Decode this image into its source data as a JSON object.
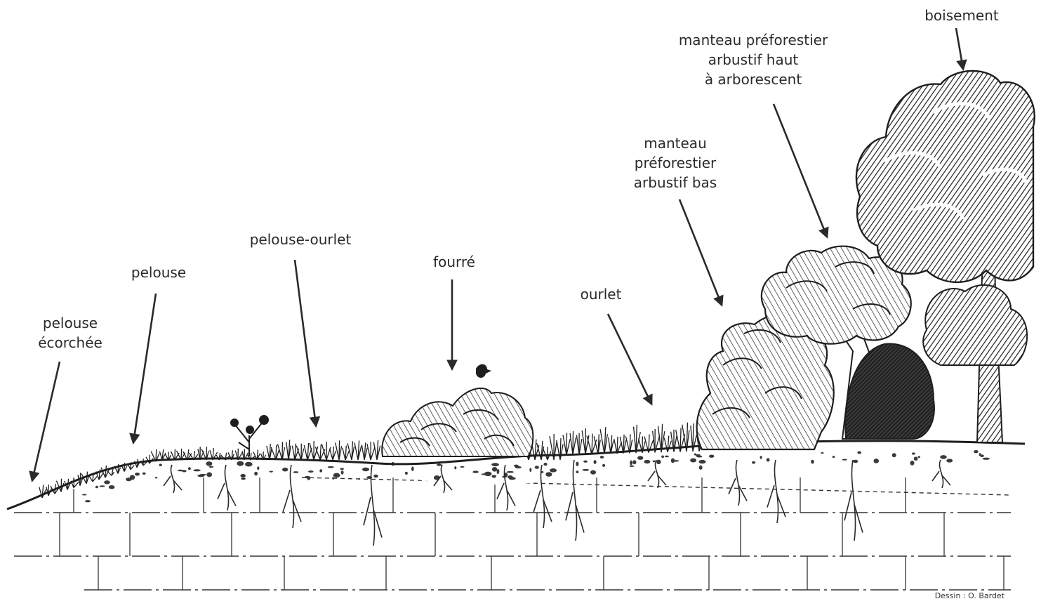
{
  "labels": {
    "pelouse_ecorchee": [
      "pelouse",
      "écorchée"
    ],
    "pelouse": [
      "pelouse"
    ],
    "pelouse_ourlet": [
      "pelouse-ourlet"
    ],
    "fourre": [
      "fourré"
    ],
    "ourlet": [
      "ourlet"
    ],
    "manteau_bas": [
      "manteau",
      "préforestier",
      "arbustif bas"
    ],
    "manteau_haut": [
      "manteau préforestier",
      "arbustif haut",
      "à arborescent"
    ],
    "boisement": [
      "boisement"
    ]
  },
  "credit": "Dessin : O. Bardet",
  "colors": {
    "ink": "#1e1e1e",
    "label": "#2a2a2a"
  }
}
